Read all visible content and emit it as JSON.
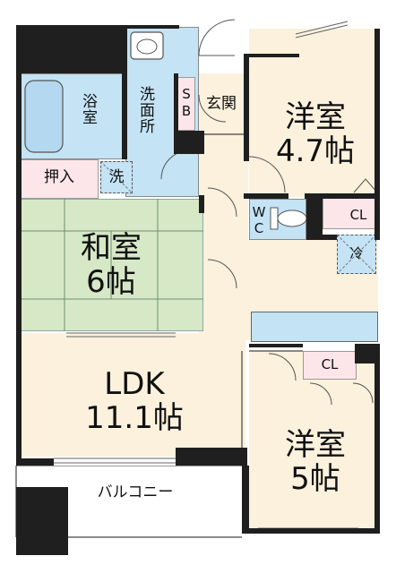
{
  "rooms": {
    "western_room_1": {
      "name": "洋室",
      "size": "4.7帖"
    },
    "western_room_2": {
      "name": "洋室",
      "size": "5帖"
    },
    "japanese_room": {
      "name": "和室",
      "size": "6帖"
    },
    "ldk": {
      "name": "LDK",
      "size": "11.1帖"
    },
    "bathroom": "浴室",
    "washroom": "洗面所",
    "shoe_box": "SB",
    "entrance": "玄関",
    "oshiire": "押入",
    "washer": "洗",
    "toilet_w": "W",
    "toilet_c": "C",
    "closet_1": "CL",
    "closet_2": "CL",
    "fridge": "冷",
    "balcony": "バルコニー"
  },
  "colors": {
    "bath": "#c4e3f5",
    "floor_wood": "#fbf1dd",
    "tatami": "#d6e8c6",
    "oshiire": "#fde6ea",
    "wall": "#1f1f1f"
  }
}
